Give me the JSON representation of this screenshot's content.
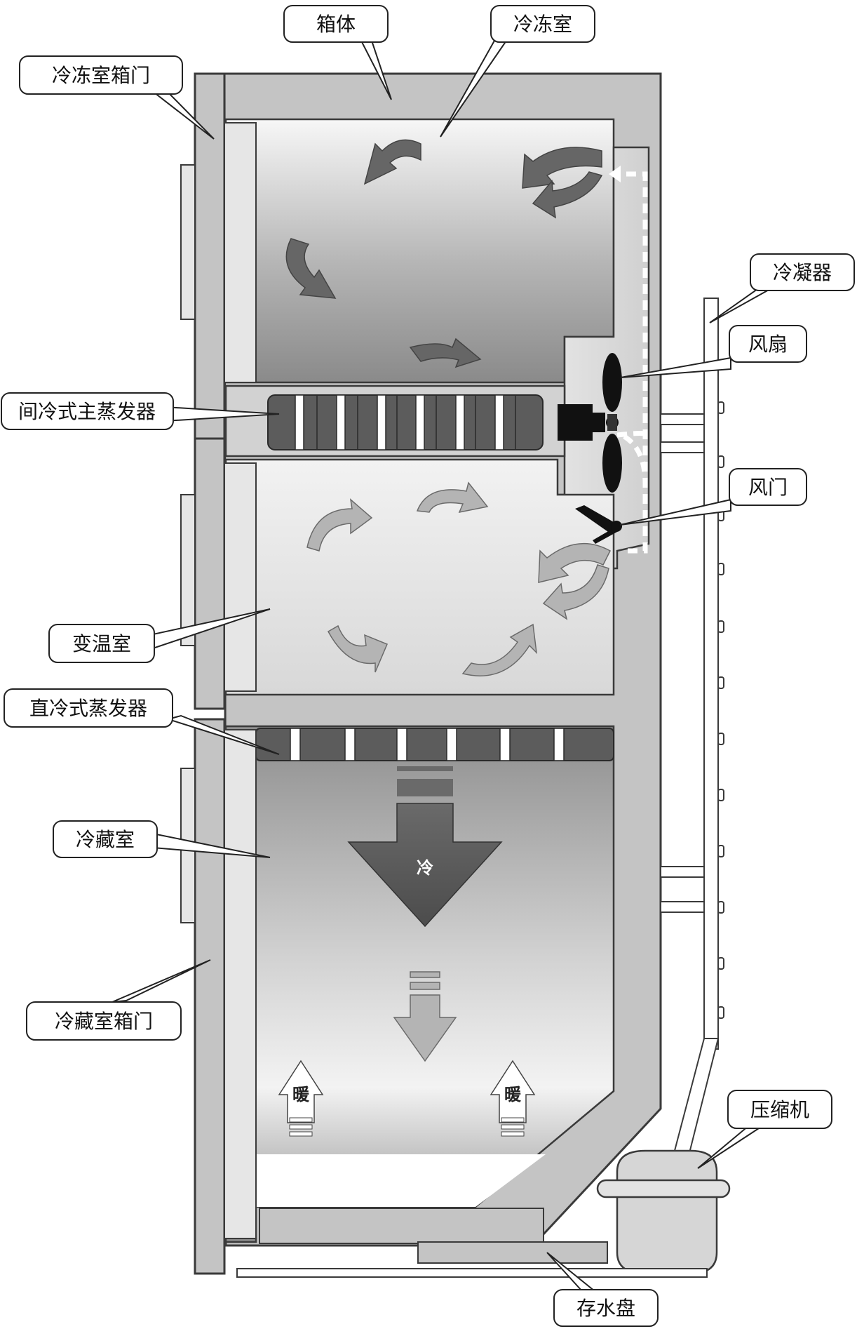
{
  "labels": {
    "cabinet": "箱体",
    "freezer": "冷冻室",
    "freezer_door": "冷冻室箱门",
    "condenser": "冷凝器",
    "fan": "风扇",
    "main_evaporator": "间冷式主蒸发器",
    "damper": "风门",
    "variable_room": "变温室",
    "direct_evaporator": "直冷式蒸发器",
    "fridge_room": "冷藏室",
    "fridge_door": "冷藏室箱门",
    "compressor": "压缩机",
    "water_tray": "存水盘"
  },
  "flow_labels": {
    "cold": "冷",
    "warm": "暖"
  },
  "colors": {
    "shell": "#c4c4c4",
    "outline": "#3a3a3a",
    "evaporator": "#5a5a5a",
    "arrow_dark": "#6a6a6a",
    "arrow_light": "#b4b4b4"
  }
}
